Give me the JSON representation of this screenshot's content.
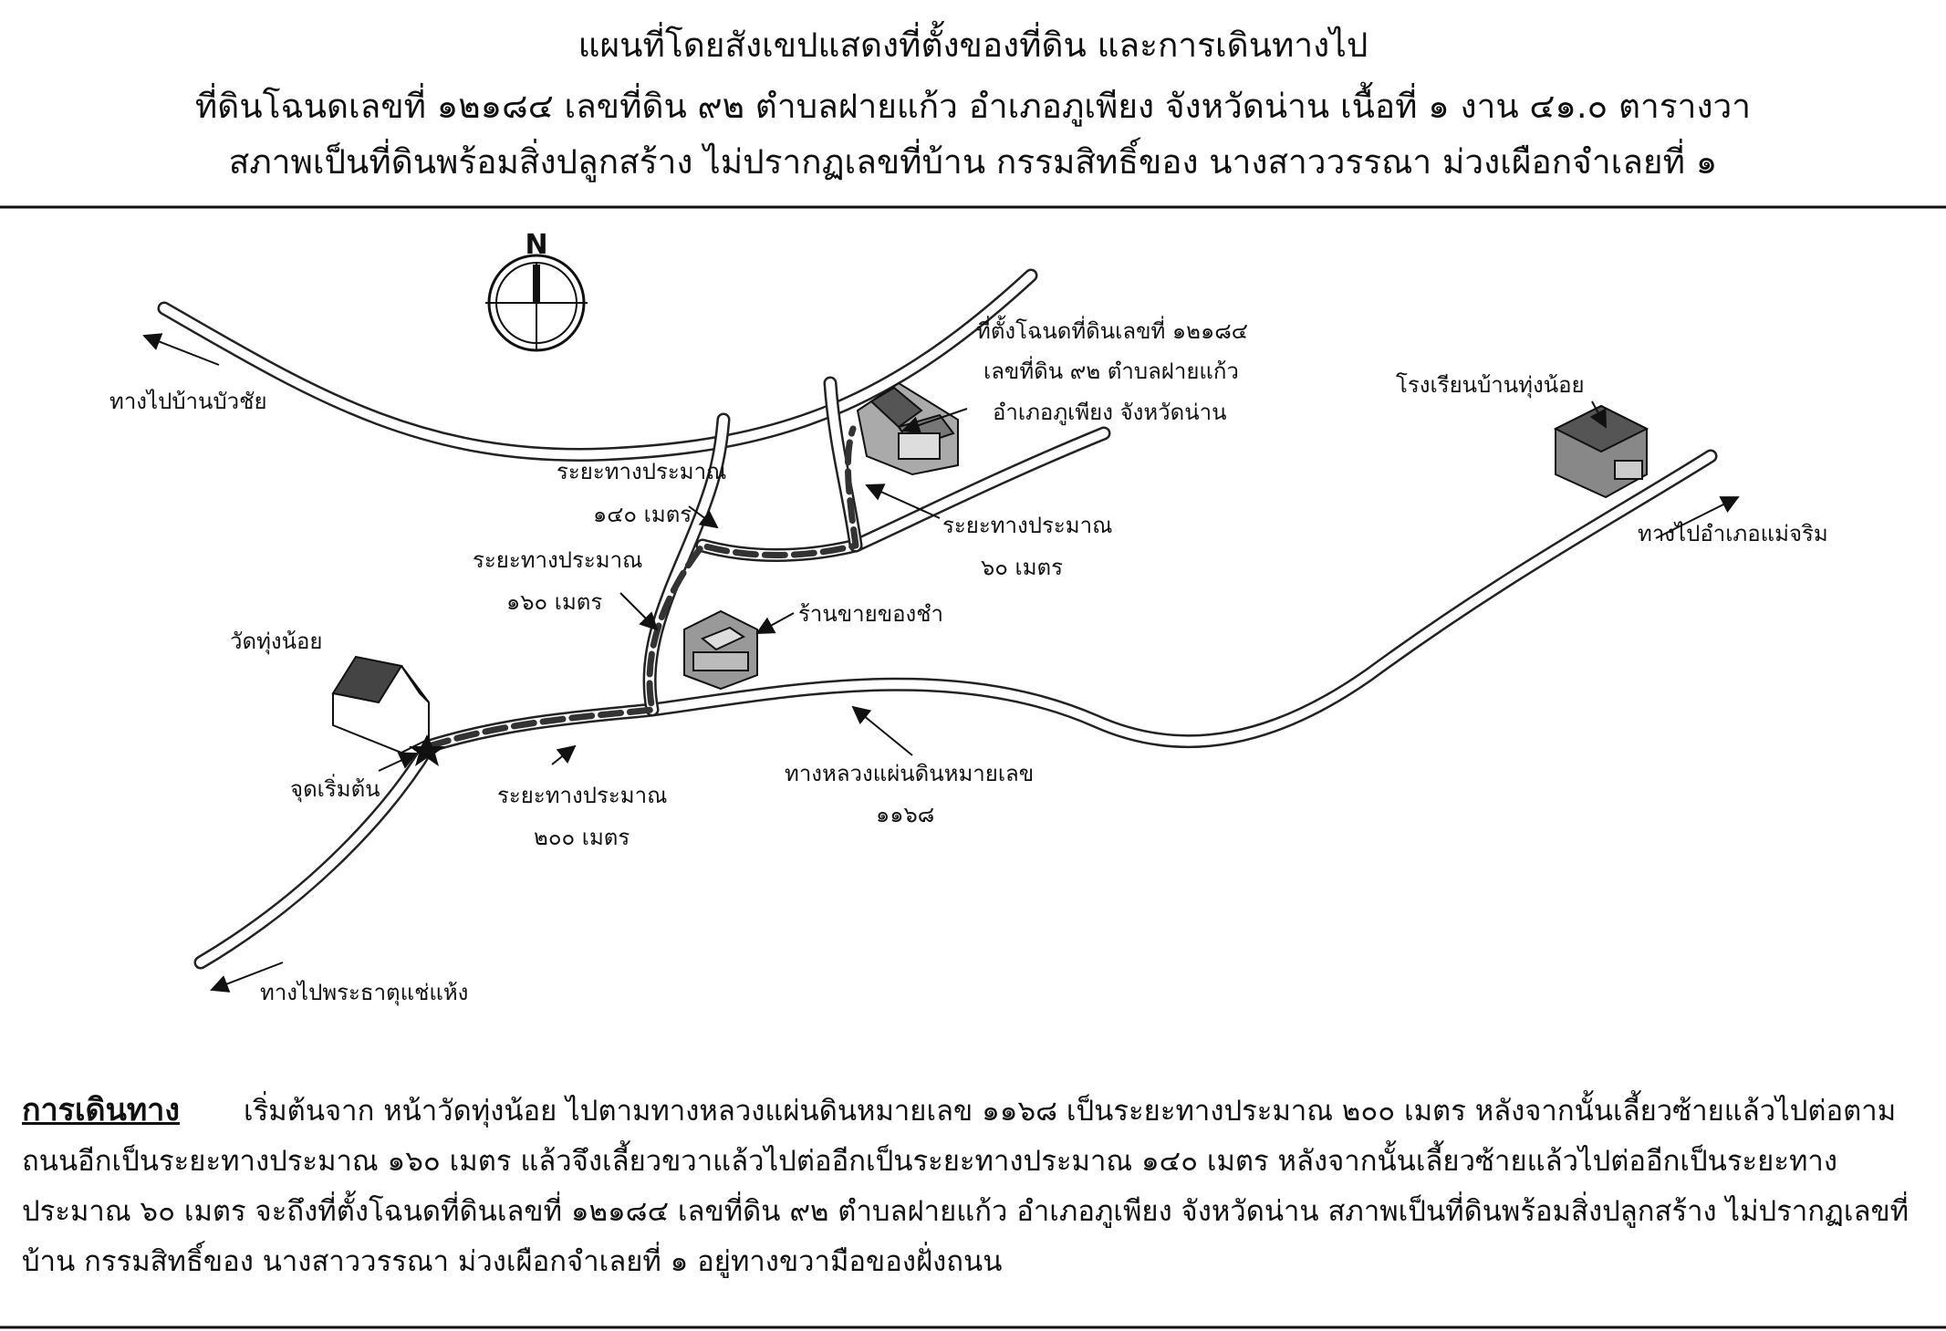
{
  "header": {
    "line1": "แผนที่โดยสังเขปแสดงที่ตั้งของที่ดิน และการเดินทางไป",
    "line2": "ที่ดินโฉนดเลขที่ ๑๒๑๘๔ เลขที่ดิน ๙๒ ตำบลฝายแก้ว อำเภอภูเพียง จังหวัดน่าน เนื้อที่ ๑ งาน ๔๑.๐ ตารางวา",
    "line3": "สภาพเป็นที่ดินพร้อมสิ่งปลูกสร้าง ไม่ปรากฏเลขที่บ้าน กรรมสิทธิ์ของ นางสาววรรณา  ม่วงเผือกจำเลยที่ ๑"
  },
  "map": {
    "compass": "N",
    "plot_label": [
      "ที่ตั้งโฉนดที่ดินเลขที่ ๑๒๑๘๔",
      "เลขที่ดิน ๙๒ ตำบลฝายแก้ว",
      "อำเภอภูเพียง จังหวัดน่าน"
    ],
    "to_bua_chai": "ทางไปบ้านบัวชัย",
    "school": "โรงเรียนบ้านทุ่งน้อย",
    "to_mae_charim": "ทางไปอำเภอแม่จริม",
    "dist_140": [
      "ระยะทางประมาณ",
      "๑๔๐ เมตร"
    ],
    "dist_60": [
      "ระยะทางประมาณ",
      "๖๐ เมตร"
    ],
    "dist_160": [
      "ระยะทางประมาณ",
      "๑๖๐ เมตร"
    ],
    "shop": "ร้านขายของชำ",
    "temple": "วัดทุ่งน้อย",
    "start": "จุดเริ่มต้น",
    "dist_200": [
      "ระยะทางประมาณ",
      "๒๐๐ เมตร"
    ],
    "highway": [
      "ทางหลวงแผ่นดินหมายเลข",
      "๑๑๖๘"
    ],
    "to_phrathat": "ทางไปพระธาตุแช่แห้ง"
  },
  "route": {
    "heading": "การเดินทาง",
    "text": "เริ่มต้นจาก หน้าวัดทุ่งน้อย ไปตามทางหลวงแผ่นดินหมายเลข ๑๑๖๘ เป็นระยะทางประมาณ ๒๐๐ เมตร หลังจากนั้นเลี้ยวซ้ายแล้วไปต่อตามถนนอีกเป็นระยะทางประมาณ ๑๖๐ เมตร แล้วจึงเลี้ยวขวาแล้วไปต่ออีกเป็นระยะทางประมาณ ๑๔๐ เมตร หลังจากนั้นเลี้ยวซ้ายแล้วไปต่ออีกเป็นระยะทางประมาณ ๖๐ เมตร จะถึงที่ตั้งโฉนดที่ดินเลขที่ ๑๒๑๘๔ เลขที่ดิน ๙๒ ตำบลฝายแก้ว อำเภอภูเพียง จังหวัดน่าน สภาพเป็นที่ดินพร้อมสิ่งปลูกสร้าง ไม่ปรากฏเลขที่บ้าน กรรมสิทธิ์ของ นางสาววรรณา  ม่วงเผือกจำเลยที่ ๑ อยู่ทางขวามือของฝั่งถนน"
  }
}
